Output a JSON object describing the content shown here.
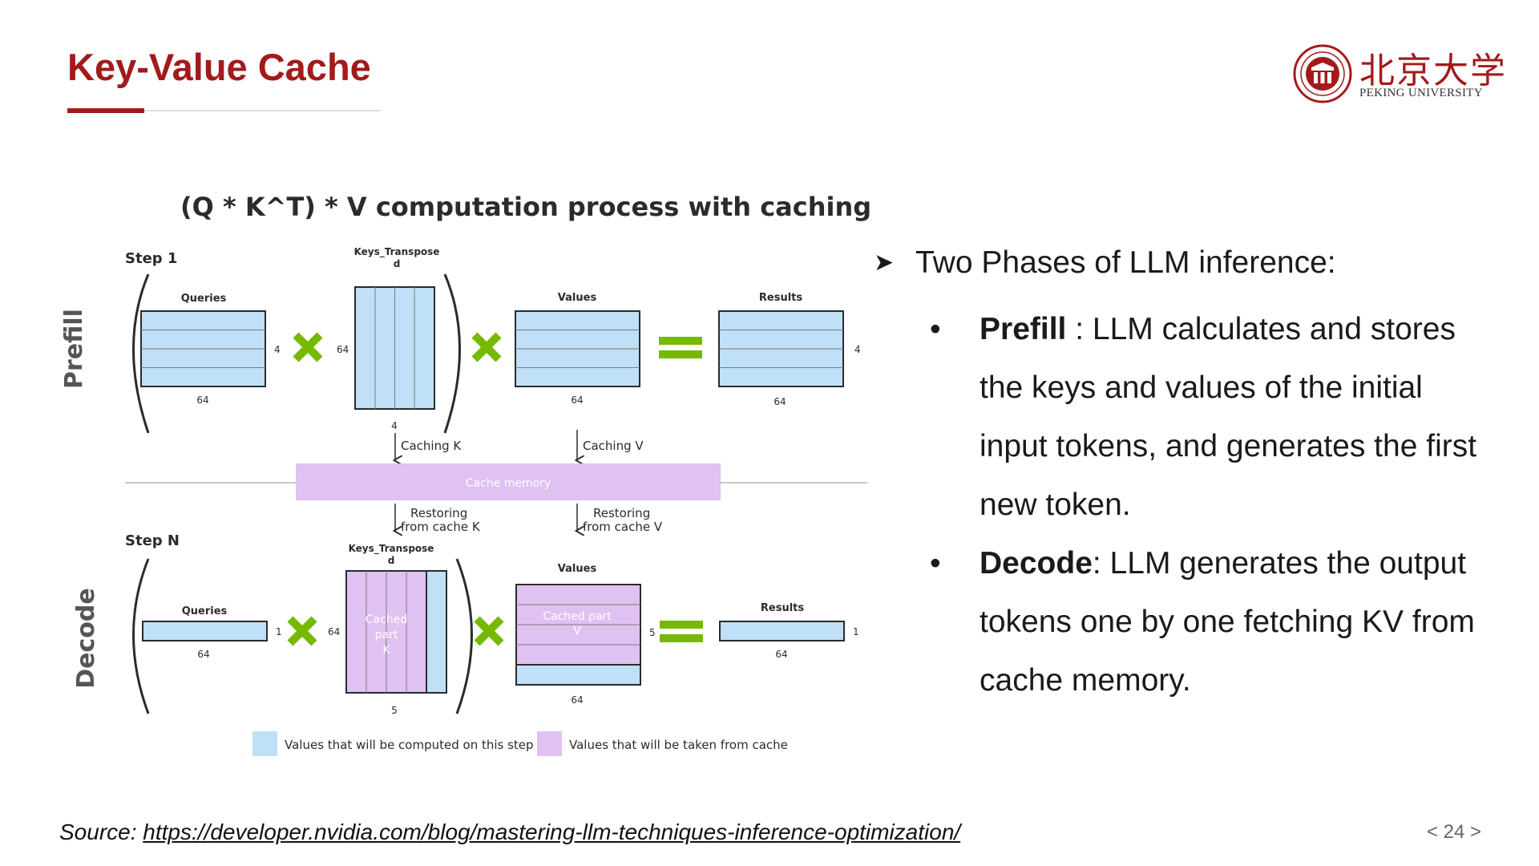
{
  "slide": {
    "title": "Key-Value Cache",
    "page_number": "< 24 >"
  },
  "logo": {
    "name_cn": "北京大学",
    "name_en": "PEKING UNIVERSITY",
    "brand_color": "#a31a1b"
  },
  "diagram": {
    "title": "(Q * K^T) * V computation process with caching",
    "prefill": {
      "phase_label": "Prefill",
      "step_label": "Step 1",
      "queries_label": "Queries",
      "queries_rows": "4",
      "queries_cols": "64",
      "keys_label_line1": "Keys_Transpose",
      "keys_label_line2": "d",
      "keys_rows": "64",
      "keys_cols": "4",
      "values_label": "Values",
      "values_cols": "64",
      "results_label": "Results",
      "results_rows": "4",
      "results_cols": "64"
    },
    "cache": {
      "memory_label": "Cache memory",
      "caching_k": "Caching K",
      "caching_v": "Caching V",
      "restore_k_line1": "Restoring",
      "restore_k_line2": "from cache K",
      "restore_v_line1": "Restoring",
      "restore_v_line2": "from cache V"
    },
    "decode": {
      "phase_label": "Decode",
      "step_label": "Step N",
      "queries_label": "Queries",
      "queries_rows": "1",
      "queries_cols": "64",
      "keys_label_line1": "Keys_Transpose",
      "keys_label_line2": "d",
      "keys_rows": "64",
      "keys_cols": "5",
      "cached_k_line1": "Cached",
      "cached_k_line2": "part",
      "cached_k_line3": "K",
      "values_label": "Values",
      "cached_v_line1": "Cached part",
      "cached_v_line2": "V",
      "values_rows": "5",
      "values_cols": "64",
      "results_label": "Results",
      "results_rows": "1",
      "results_cols": "64"
    },
    "legend": {
      "computed": "Values that will be computed on this step",
      "cached": "Values that will be taken from cache"
    },
    "colors": {
      "computed_fill": "#bfe0f7",
      "cached_fill": "#dfc1f2",
      "operator_green": "#76b900",
      "outline": "#2b2b2b"
    }
  },
  "bullets": {
    "main": "Two Phases of LLM inference:",
    "items": [
      {
        "term": "Prefill",
        "text": " : LLM calculates and stores the keys and values of the initial input tokens, and generates the first new token."
      },
      {
        "term": "Decode",
        "text": ": LLM generates the output tokens one by one fetching KV from cache memory."
      }
    ]
  },
  "footer": {
    "source_label": "Source: ",
    "source_url": "https://developer.nvidia.com/blog/mastering-llm-techniques-inference-optimization/"
  }
}
